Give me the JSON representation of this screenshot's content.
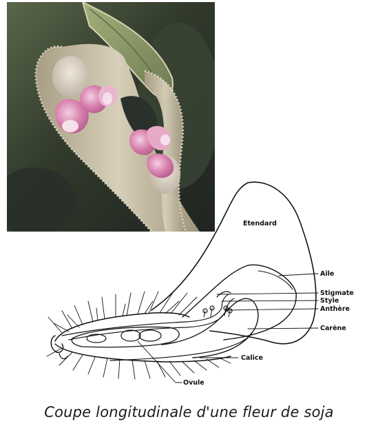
{
  "diagram": {
    "labels": {
      "etendard": "Etendard",
      "aile": "Aile",
      "stigmate": "Stigmate",
      "style": "Style",
      "anthere": "Anthère",
      "carene": "Carène",
      "calice": "Calice",
      "ovule": "Ovule"
    }
  },
  "caption": "Coupe longitudinale d'une fleur de soja",
  "colors": {
    "flower_pink": "#d47aa6",
    "flower_pink_light": "#f0c6dc",
    "stem_hair": "#c8bfa8",
    "leaf_green": "#8c9a6a",
    "background_dark": "#2c3328",
    "line": "#111111"
  }
}
